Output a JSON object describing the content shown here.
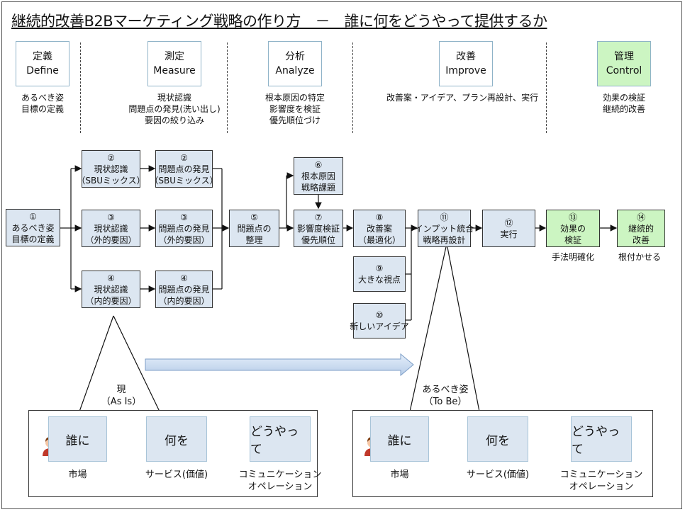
{
  "title": "継続的改善B2Bマーケティング戦略の作り方　－　誰に何をどうやって提供するか",
  "phases": [
    {
      "jp": "定義",
      "en": "Define",
      "desc": [
        "あるべき姿",
        "目標の定義"
      ]
    },
    {
      "jp": "測定",
      "en": "Measure",
      "desc": [
        "現状認識",
        "問題点の発見(洗い出し)",
        "要因の絞り込み"
      ]
    },
    {
      "jp": "分析",
      "en": "Analyze",
      "desc": [
        "根本原因の特定",
        "影響度を検証",
        "優先順位づけ"
      ]
    },
    {
      "jp": "改善",
      "en": "Improve",
      "desc": [
        "改善案・アイデア、プラン再設計、実行"
      ]
    },
    {
      "jp": "管理",
      "en": "Control",
      "desc": [
        "効果の検証",
        "継続的改善"
      ]
    }
  ],
  "steps": {
    "s1": {
      "num": "①",
      "lines": [
        "あるべき姿",
        "目標の定義"
      ]
    },
    "s2a": {
      "num": "②",
      "lines": [
        "現状認識",
        "（SBUミックス）"
      ]
    },
    "s2b": {
      "num": "②",
      "lines": [
        "問題点の発見",
        "（SBUミックス）"
      ]
    },
    "s3a": {
      "num": "③",
      "lines": [
        "現状認識",
        "（外的要因）"
      ]
    },
    "s3b": {
      "num": "③",
      "lines": [
        "問題点の発見",
        "（外的要因）"
      ]
    },
    "s4a": {
      "num": "④",
      "lines": [
        "現状認識",
        "（内的要因）"
      ]
    },
    "s4b": {
      "num": "④",
      "lines": [
        "問題点の発見",
        "（内的要因）"
      ]
    },
    "s5": {
      "num": "⑤",
      "lines": [
        "問題点の",
        "整理"
      ]
    },
    "s6": {
      "num": "⑥",
      "lines": [
        "根本原因",
        "戦略課題"
      ]
    },
    "s7": {
      "num": "⑦",
      "lines": [
        "影響度検証",
        "優先順位"
      ]
    },
    "s8": {
      "num": "⑧",
      "lines": [
        "改善案",
        "（最適化）"
      ]
    },
    "s9": {
      "num": "⑨",
      "lines": [
        "大きな視点"
      ]
    },
    "s10": {
      "num": "⑩",
      "lines": [
        "新しいアイデア"
      ]
    },
    "s11": {
      "num": "⑪",
      "lines": [
        "インプット統合",
        "戦略再設計"
      ]
    },
    "s12": {
      "num": "⑫",
      "lines": [
        "実行"
      ]
    },
    "s13": {
      "num": "⑬",
      "lines": [
        "効果の",
        "検証"
      ]
    },
    "s14": {
      "num": "⑭",
      "lines": [
        "継続的",
        "改善"
      ]
    }
  },
  "notes": {
    "s13": "手法明確化",
    "s14": "根付かせる"
  },
  "as_is": {
    "label": "現",
    "sub": "（As Is）"
  },
  "to_be": {
    "label": "あるべき姿",
    "sub": "（To Be）"
  },
  "flow": {
    "who": "誰に",
    "what": "何を",
    "how": "どうやって",
    "who_label": "市場",
    "what_label": "サービス(価値)",
    "how_label_1": "コミュニケーション",
    "how_label_2": "オペレーション"
  },
  "colors": {
    "step_fill": "#dce6f1",
    "control_fill": "#ccf5c2",
    "arrow_fill": "#c6d9f1"
  }
}
